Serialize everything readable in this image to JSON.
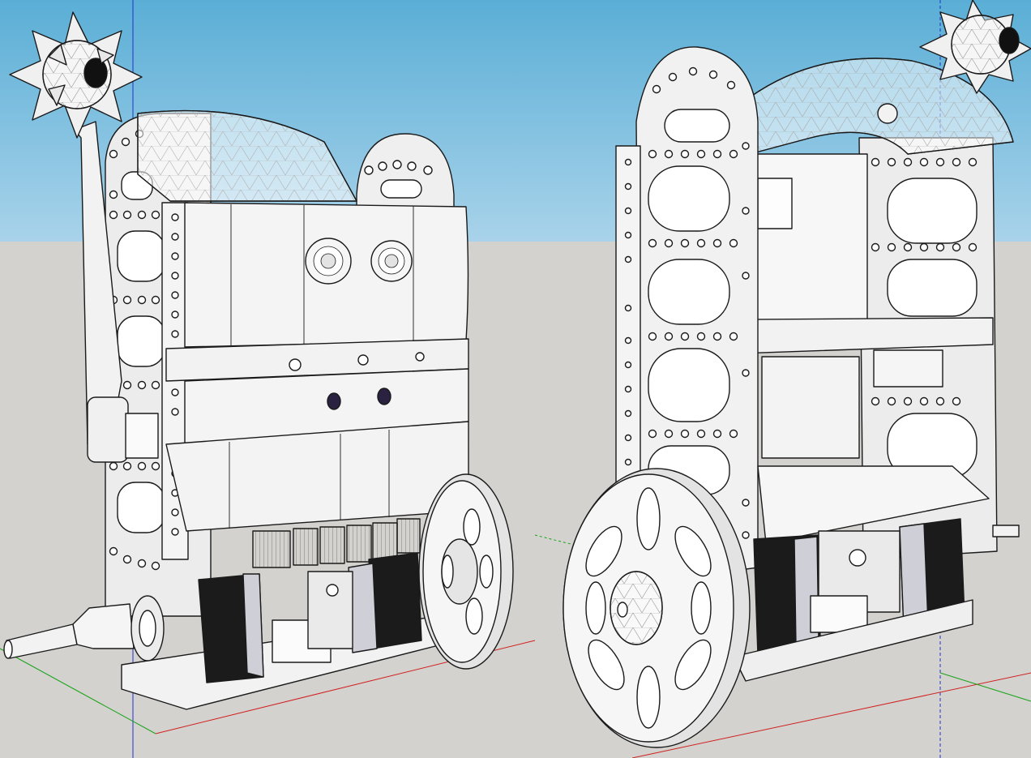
{
  "scene": {
    "kind": "3d-cad-viewport",
    "text": [],
    "colors": {
      "sky_top": "#5aaed6",
      "sky_bottom": "#a9d3ea",
      "ground": "#d3d2ce",
      "model_fill": "#f4f4f4",
      "model_shade": "#dcdcdc",
      "outline": "#1a1a1a",
      "motor": "#1b1b1b",
      "axis_red": "#d12020",
      "axis_green": "#1aa31a",
      "axis_blue": "#2030d0"
    },
    "models": [
      {
        "name": "robot-front-view"
      },
      {
        "name": "robot-rear-view"
      }
    ]
  }
}
